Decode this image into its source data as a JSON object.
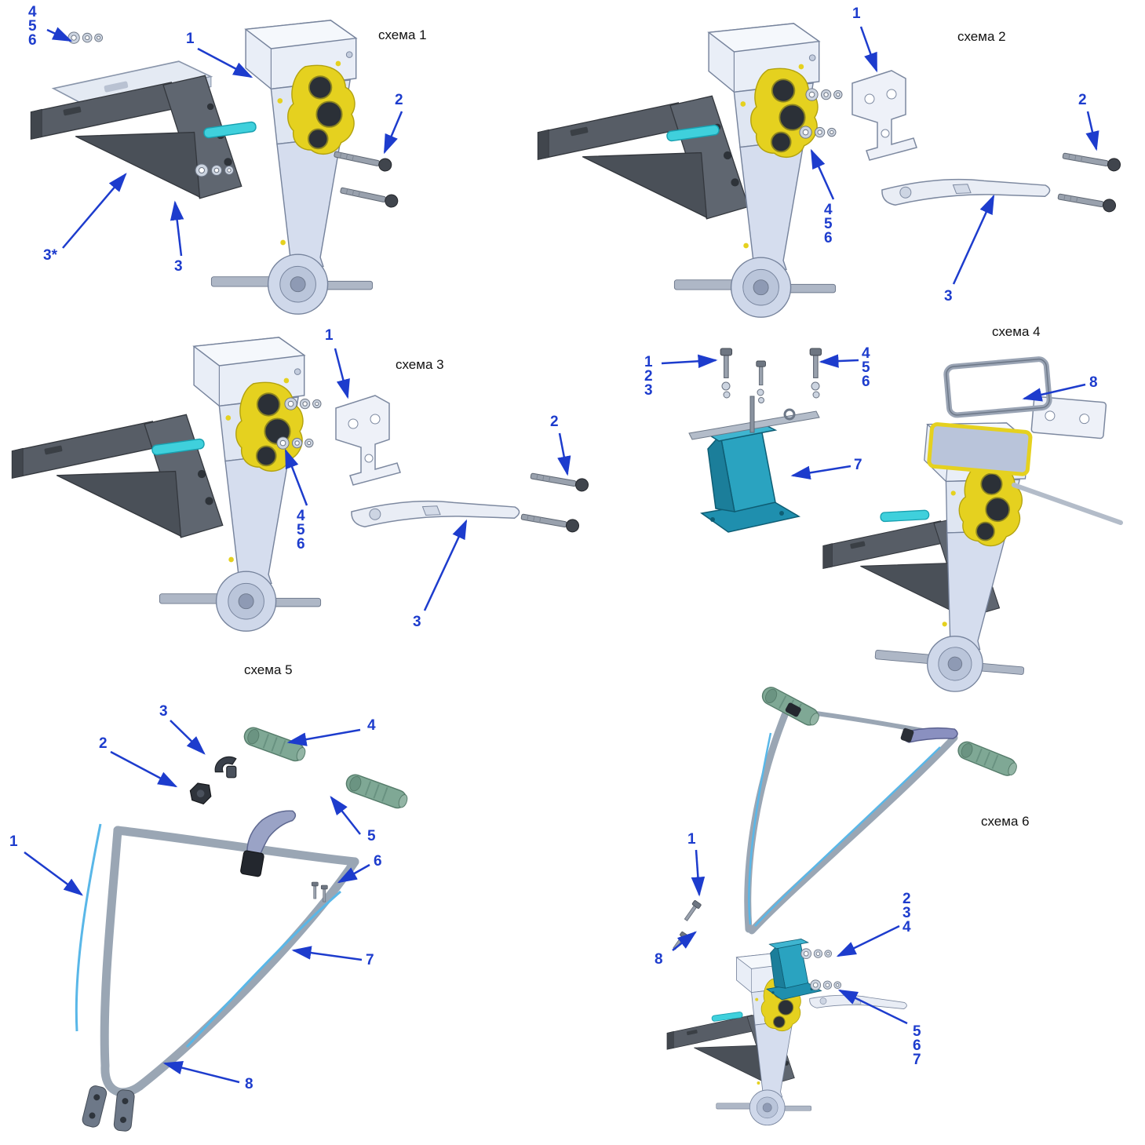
{
  "document": {
    "kind": "exploded-parts-diagram",
    "language": "ru"
  },
  "colors": {
    "accent": "#1d3ccd",
    "cable": "#59b7e8",
    "teal": "#2aa3c0",
    "yellow": "#e5d11f",
    "cyan": "#3fd0dc",
    "grip": "#7fa895"
  },
  "schemes": [
    {
      "title": "схема 1",
      "labels": {
        "n1": "1",
        "n2": "2",
        "n3": "3",
        "n3s": "3*",
        "n4": "4",
        "n5": "5",
        "n6": "6"
      }
    },
    {
      "title": "схема 2",
      "labels": {
        "n1": "1",
        "n2": "2",
        "n3": "3",
        "n4": "4",
        "n5": "5",
        "n6": "6"
      }
    },
    {
      "title": "схема 3",
      "labels": {
        "n1": "1",
        "n2": "2",
        "n3": "3",
        "n4": "4",
        "n5": "5",
        "n6": "6"
      }
    },
    {
      "title": "схема 4",
      "labels": {
        "n1": "1",
        "n2": "2",
        "n3": "3",
        "n4": "4",
        "n5": "5",
        "n6": "6",
        "n7": "7",
        "n8": "8"
      }
    },
    {
      "title": "схема 5",
      "labels": {
        "n1": "1",
        "n2": "2",
        "n3": "3",
        "n4": "4",
        "n5": "5",
        "n6": "6",
        "n7": "7",
        "n8": "8"
      }
    },
    {
      "title": "схема 6",
      "labels": {
        "n1": "1",
        "n2": "2",
        "n3": "3",
        "n4": "4",
        "n5": "5",
        "n6": "6",
        "n7": "7",
        "n8": "8"
      }
    }
  ]
}
